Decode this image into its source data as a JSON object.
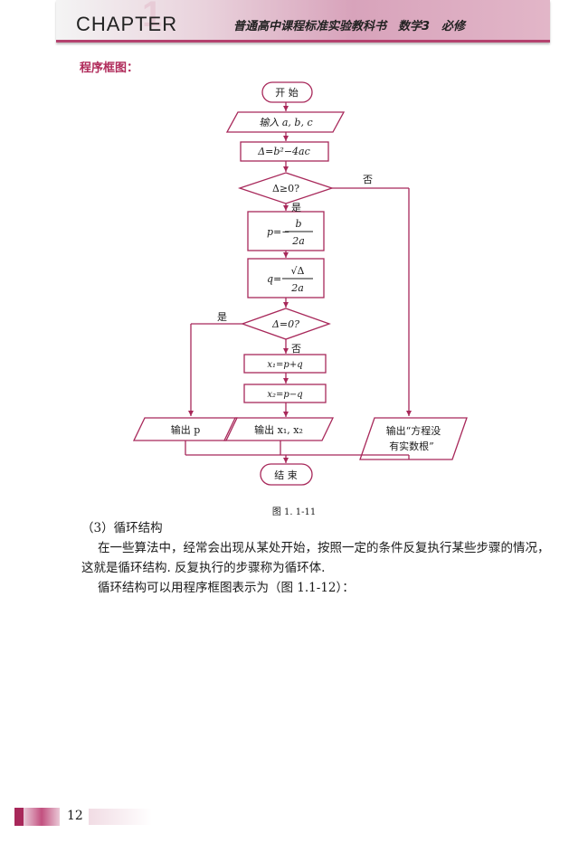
{
  "header": {
    "chapter_label": "CHAPTER",
    "chapter_number": "1",
    "book_title": "普通高中课程标准实验教科书　数学3　必修"
  },
  "section": {
    "label": "程序框图："
  },
  "flowchart": {
    "start": "开 始",
    "input": "输入 a, b, c",
    "delta": "Δ=b²−4ac",
    "cond1": "Δ≥0?",
    "cond1_no": "否",
    "cond1_yes": "是",
    "p_lhs": "p=−",
    "p_num": "b",
    "p_den": "2a",
    "q_lhs": "q=",
    "q_num": "√Δ",
    "q_den": "2a",
    "cond2": "Δ=0?",
    "cond2_yes": "是",
    "cond2_no": "否",
    "x1": "x₁=p+q",
    "x2": "x₂=p−q",
    "output_p": "输出 p",
    "output_x": "输出 x₁, x₂",
    "output_none_1": "输出“方程没",
    "output_none_2": "有实数根”",
    "end": "结 束"
  },
  "figure": {
    "caption": "图 1. 1-11"
  },
  "body": {
    "subheading": "（3）循环结构",
    "para1_line1": "在一些算法中，经常会出现从某处开始，按照一定的条件反复执行某些步骤的情况，",
    "para1_line2": "这就是循环结构. 反复执行的步骤称为循环体.",
    "para2": "循环结构可以用程序框图表示为（图 1.1-12）："
  },
  "footer": {
    "page_number": "12"
  },
  "colors": {
    "accent": "#b02a5a",
    "flow_line": "#a8285a"
  }
}
